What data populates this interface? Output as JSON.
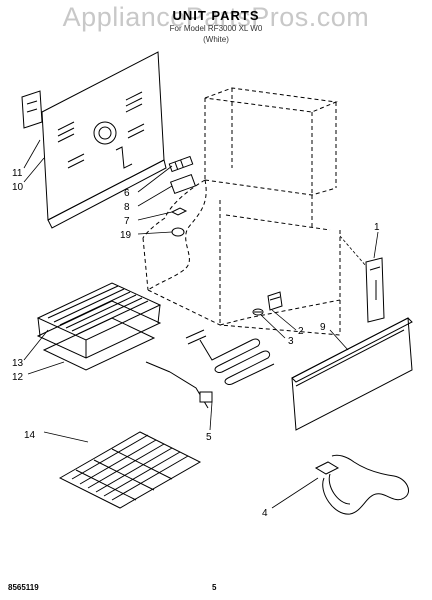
{
  "header": {
    "watermark": "AppliancePartsPros.com",
    "title": "UNIT PARTS",
    "subtitle": "For Model RF3000 XL W0",
    "subnote": "(White)"
  },
  "callouts": [
    {
      "id": "1",
      "label": "1"
    },
    {
      "id": "2",
      "label": "2"
    },
    {
      "id": "3",
      "label": "3"
    },
    {
      "id": "4",
      "label": "4"
    },
    {
      "id": "5",
      "label": "5"
    },
    {
      "id": "6",
      "label": "6"
    },
    {
      "id": "7",
      "label": "7"
    },
    {
      "id": "8",
      "label": "8"
    },
    {
      "id": "9",
      "label": "9"
    },
    {
      "id": "10",
      "label": "10"
    },
    {
      "id": "11",
      "label": "11"
    },
    {
      "id": "12",
      "label": "12"
    },
    {
      "id": "13",
      "label": "13"
    },
    {
      "id": "14",
      "label": "14"
    },
    {
      "id": "19",
      "label": "19"
    }
  ],
  "footer": {
    "code": "8565119",
    "page": "5"
  }
}
